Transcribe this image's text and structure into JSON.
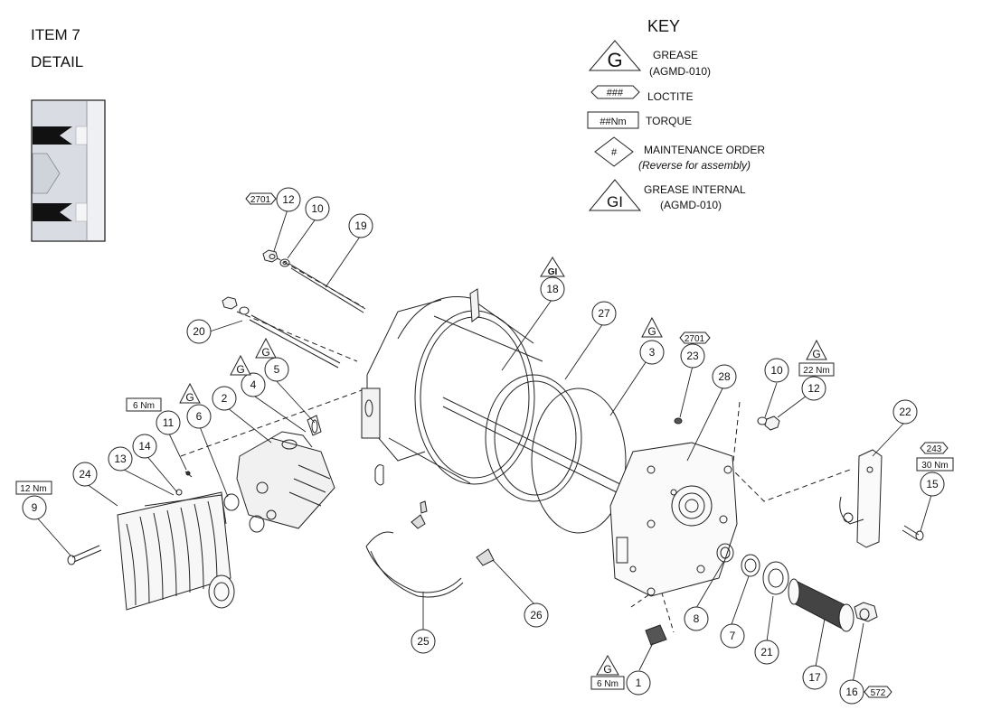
{
  "detail_title": {
    "line1": "ITEM 7",
    "line2": "DETAIL"
  },
  "key": {
    "heading": "KEY",
    "grease_label": "GREASE",
    "grease_code": "(AGMD-010)",
    "grease_symbol": "G",
    "loctite_label": "LOCTITE",
    "loctite_symbol": "###",
    "torque_label": "TORQUE",
    "torque_symbol": "##Nm",
    "maintenance_label": "MAINTENANCE ORDER",
    "maintenance_note": "(Reverse for assembly)",
    "maintenance_symbol": "#",
    "grease_internal_label": "GREASE INTERNAL",
    "grease_internal_code": "(AGMD-010)",
    "grease_internal_symbol": "GI"
  },
  "callouts": [
    "1",
    "2",
    "3",
    "4",
    "5",
    "6",
    "7",
    "8",
    "9",
    "10",
    "10",
    "11",
    "12",
    "12",
    "13",
    "14",
    "15",
    "16",
    "17",
    "18",
    "19",
    "20",
    "21",
    "22",
    "23",
    "24",
    "25",
    "26",
    "27",
    "28"
  ],
  "torque_tags": [
    "6 Nm",
    "12 Nm",
    "22 Nm",
    "30 Nm",
    "6 Nm"
  ],
  "loctite_tags": [
    "2701",
    "2701",
    "243",
    "572"
  ],
  "grease_tags": [
    "G",
    "G",
    "G",
    "G",
    "G",
    "G"
  ],
  "grease_internal_tags": [
    "GI"
  ],
  "colors": {
    "ink": "#111111",
    "line": "#222222",
    "detail_bg": "#d9dde3"
  }
}
